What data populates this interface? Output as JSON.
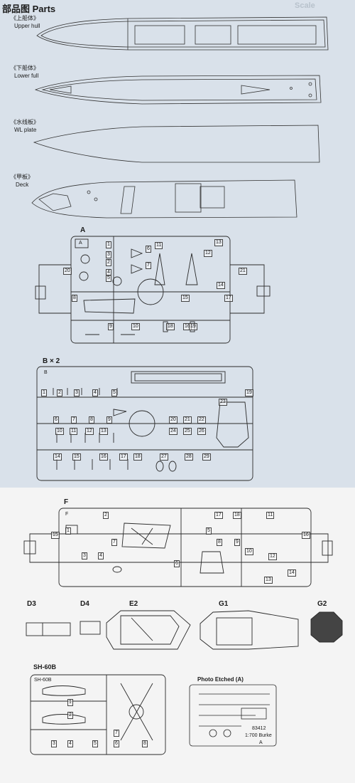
{
  "header": {
    "title": "部品图 Parts",
    "faded_text": "Scale"
  },
  "hulls": [
    {
      "cn": "《上船体》",
      "en": "Upper hull"
    },
    {
      "cn": "《下船体》",
      "en": "Lower full"
    },
    {
      "cn": "《水线板》",
      "en": "WL plate"
    },
    {
      "cn": "《甲板》",
      "en": "Deck"
    }
  ],
  "sprues": {
    "a": {
      "label": "A",
      "tag": "A",
      "numbers": [
        "1",
        "2",
        "3",
        "4",
        "5",
        "6",
        "7",
        "8",
        "9",
        "10",
        "11",
        "12",
        "13",
        "14",
        "15",
        "16",
        "17",
        "18",
        "19",
        "20",
        "21"
      ]
    },
    "b": {
      "label": "B × 2",
      "tag": "B",
      "numbers": [
        "1",
        "2",
        "3",
        "4",
        "5",
        "6",
        "7",
        "8",
        "9",
        "10",
        "11",
        "12",
        "13",
        "14",
        "15",
        "16",
        "17",
        "18",
        "19",
        "20",
        "21",
        "22",
        "23",
        "24",
        "25",
        "26",
        "27",
        "28",
        "29"
      ]
    },
    "f": {
      "label": "F",
      "tag": "F",
      "numbers": [
        "1",
        "2",
        "3",
        "4",
        "5",
        "6",
        "7",
        "8",
        "9",
        "10",
        "11",
        "12",
        "13",
        "14",
        "15",
        "16",
        "17",
        "18"
      ]
    },
    "d3": {
      "label": "D3"
    },
    "d4": {
      "label": "D4"
    },
    "e2": {
      "label": "E2"
    },
    "g1": {
      "label": "G1"
    },
    "g2": {
      "label": "G2"
    },
    "sh60b": {
      "label": "SH-60B",
      "tag": "SH-60B",
      "numbers": [
        "1",
        "2",
        "3",
        "4",
        "5",
        "6",
        "7",
        "8"
      ]
    },
    "pe": {
      "label": "Photo Etched (A)",
      "code": "83412",
      "scale": "1:700 Burke",
      "marker": "A"
    }
  }
}
